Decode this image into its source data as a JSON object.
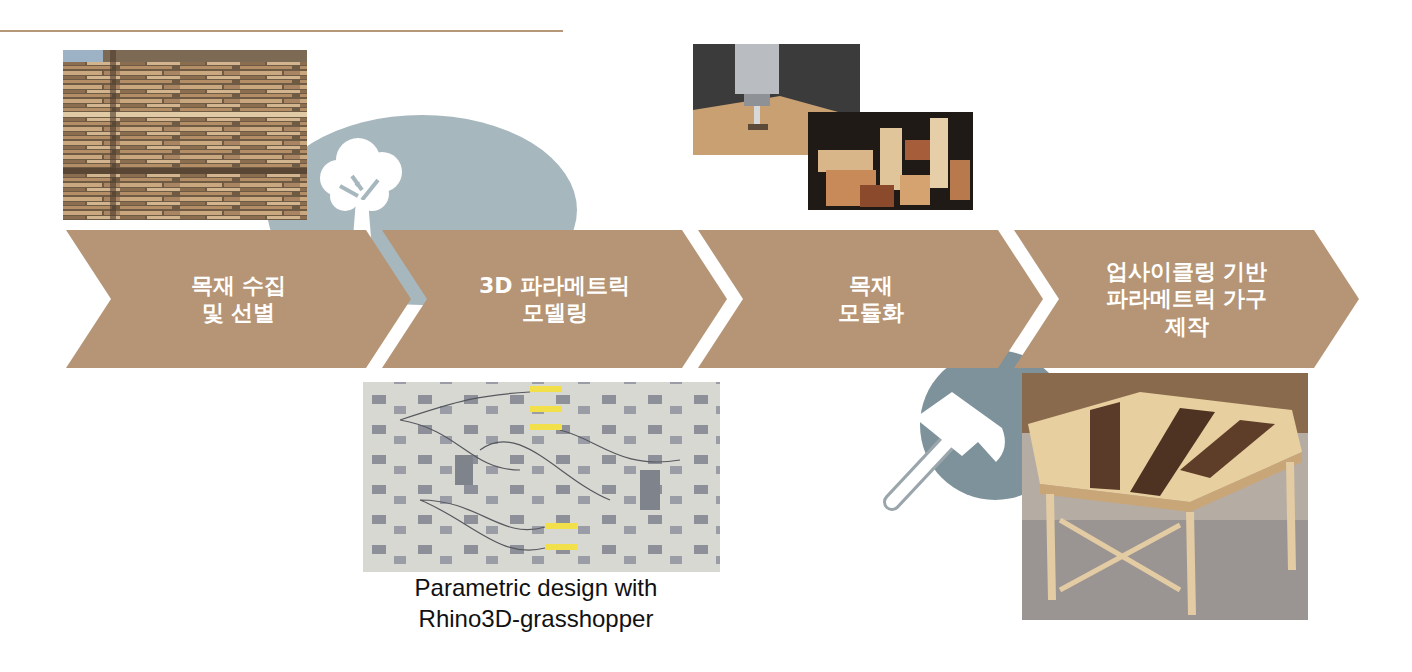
{
  "diagram": {
    "nodes": [
      {
        "text": [
          "목재 수집 및 선별"
        ]
      },
      {
        "text": [
          "3D 파라메트릭 모델링"
        ]
      },
      {
        "text": [
          "목재 모듈화"
        ]
      },
      {
        "text": [
          "업사이클링 기반 파라메트릭 가구 제작"
        ]
      }
    ],
    "labels": [
      "Parametric design with Rhino3D-grasshopper"
    ]
  }
}
